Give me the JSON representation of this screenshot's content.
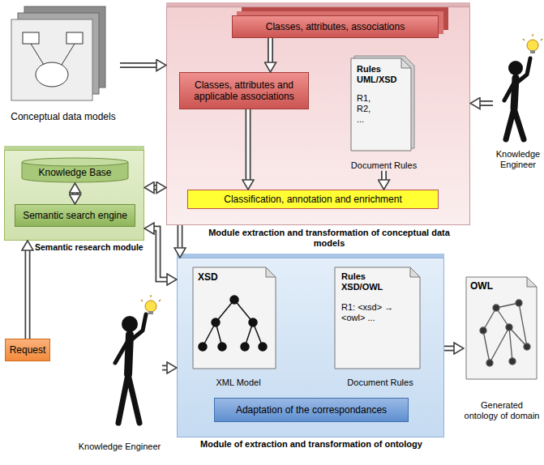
{
  "diagram": {
    "nodes": [
      {
        "text": [
          "Conceptual data models"
        ]
      },
      {
        "text": [
          "Module extraction and transformation of conceptual data models"
        ]
      },
      {
        "text": [
          "Classes, attributes, associations"
        ],
        "in": 1
      },
      {
        "text": [
          "Classes, attributes and applicable associations"
        ],
        "in": 1
      },
      {
        "text": [
          "Rules UML/XSD",
          "R1, R2, ...",
          "Document Rules"
        ],
        "in": 1
      },
      {
        "text": [
          "Classification, annotation and enrichment"
        ],
        "in": 1
      },
      {
        "text": [
          "Knowledge Engineer"
        ]
      },
      {
        "text": [
          "Semantic research module"
        ]
      },
      {
        "text": [
          "Knowledge Base"
        ],
        "in": 7
      },
      {
        "text": [
          "Semantic search engine"
        ],
        "in": 7
      },
      {
        "text": [
          "Request"
        ]
      },
      {
        "text": [
          "Knowledge Engineer"
        ]
      },
      {
        "text": [
          "Module of extraction and transformation of ontology"
        ]
      },
      {
        "text": [
          "XSD",
          "XML Model"
        ],
        "in": 12
      },
      {
        "text": [
          "Rules XSD/OWL",
          "R1: <xsd> → <owl> ...",
          "Document Rules"
        ],
        "in": 12
      },
      {
        "text": [
          "Adaptation of the correspondances"
        ],
        "in": 12
      },
      {
        "text": [
          "OWL",
          "Generated ontology of domain"
        ]
      }
    ],
    "edges": [
      {
        "from": 0,
        "to": 1,
        "arrow": "to"
      },
      {
        "from": 2,
        "to": 3,
        "arrow": "to"
      },
      {
        "from": 3,
        "to": 5,
        "arrow": "to"
      },
      {
        "from": 4,
        "to": 5,
        "arrow": "to"
      },
      {
        "from": 6,
        "to": 1,
        "arrow": "to"
      },
      {
        "from": 7,
        "to": 1,
        "arrow": "both"
      },
      {
        "from": 8,
        "to": 9,
        "arrow": "both"
      },
      {
        "from": 10,
        "to": 7,
        "arrow": "to"
      },
      {
        "from": 1,
        "to": 12,
        "arrow": "to"
      },
      {
        "from": 7,
        "to": 12,
        "arrow": "both"
      },
      {
        "from": 11,
        "to": 12,
        "arrow": "to"
      },
      {
        "from": 12,
        "to": 16,
        "arrow": "to"
      }
    ]
  }
}
